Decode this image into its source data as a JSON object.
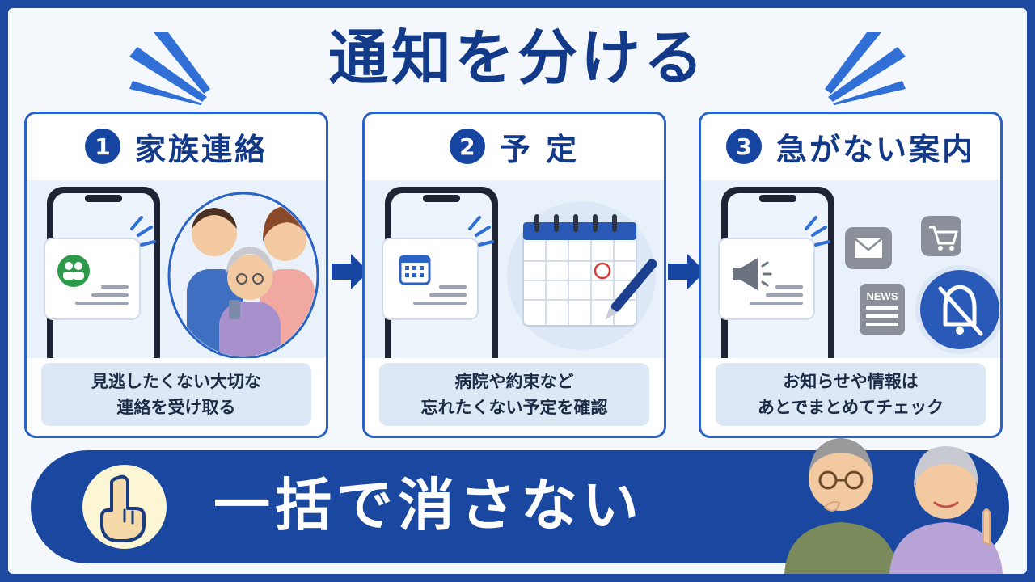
{
  "title": "通知を分ける",
  "cards": [
    {
      "number": "1",
      "title": "家族連絡",
      "caption": [
        "見逃したくない大切な",
        "連絡を受け取る"
      ]
    },
    {
      "number": "2",
      "title": "予 定",
      "caption": [
        "病院や約束など",
        "忘れたくない予定を確認"
      ]
    },
    {
      "number": "3",
      "title": "急がない案内",
      "caption": [
        "お知らせや情報は",
        "あとでまとめてチェック"
      ]
    }
  ],
  "news_label": "NEWS",
  "banner": {
    "text": "一括で消さない"
  },
  "colors": {
    "primary": "#123a88",
    "accent": "#1a48a0",
    "background": "#f4f7fc"
  }
}
